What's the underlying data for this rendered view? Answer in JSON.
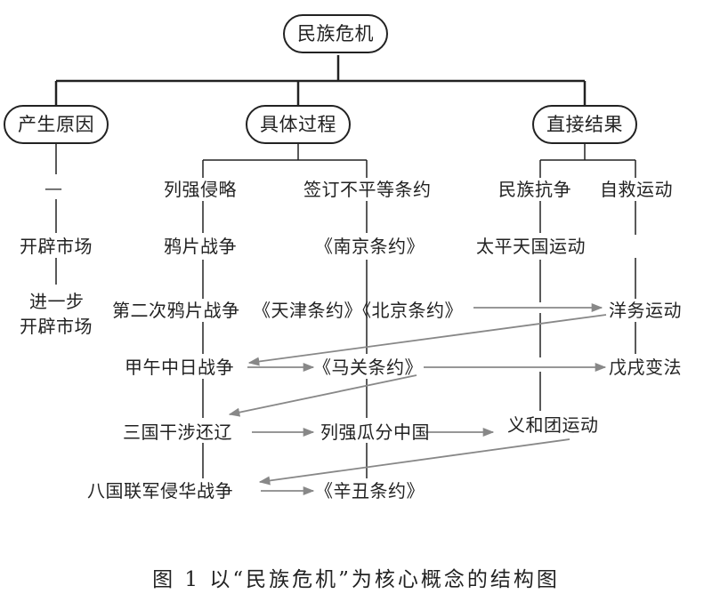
{
  "root": "民族危机",
  "categories": {
    "cause": "产生原因",
    "process": "具体过程",
    "result": "直接结果"
  },
  "cause_column": {
    "dash": "—",
    "market1": "开辟市场",
    "market2_line1": "进一步",
    "market2_line2": "开辟市场"
  },
  "process_column": {
    "aggression": "列强侵略",
    "treaties": "签订不平等条约",
    "opium_war": "鸦片战争",
    "nanjing": "《南京条约》",
    "second_opium_war": "第二次鸦片战争",
    "tianjin_beijing": "《天津条约》《北京条约》",
    "sino_japanese_war": "甲午中日战争",
    "shimonoseki": "《马关条约》",
    "triple_intervention": "三国干涉还辽",
    "partition": "列强瓜分中国",
    "eight_nation": "八国联军侵华战争",
    "xinchou": "《辛丑条约》"
  },
  "result_column": {
    "resistance": "民族抗争",
    "self_rescue": "自救运动",
    "taiping": "太平天国运动",
    "westernization": "洋务运动",
    "reform": "戊戌变法",
    "boxer": "义和团运动"
  },
  "caption": "图 1  以“民族危机”为核心概念的结构图",
  "colors": {
    "tree_line": "#222222",
    "arrow": "#888888",
    "text": "#222222"
  }
}
